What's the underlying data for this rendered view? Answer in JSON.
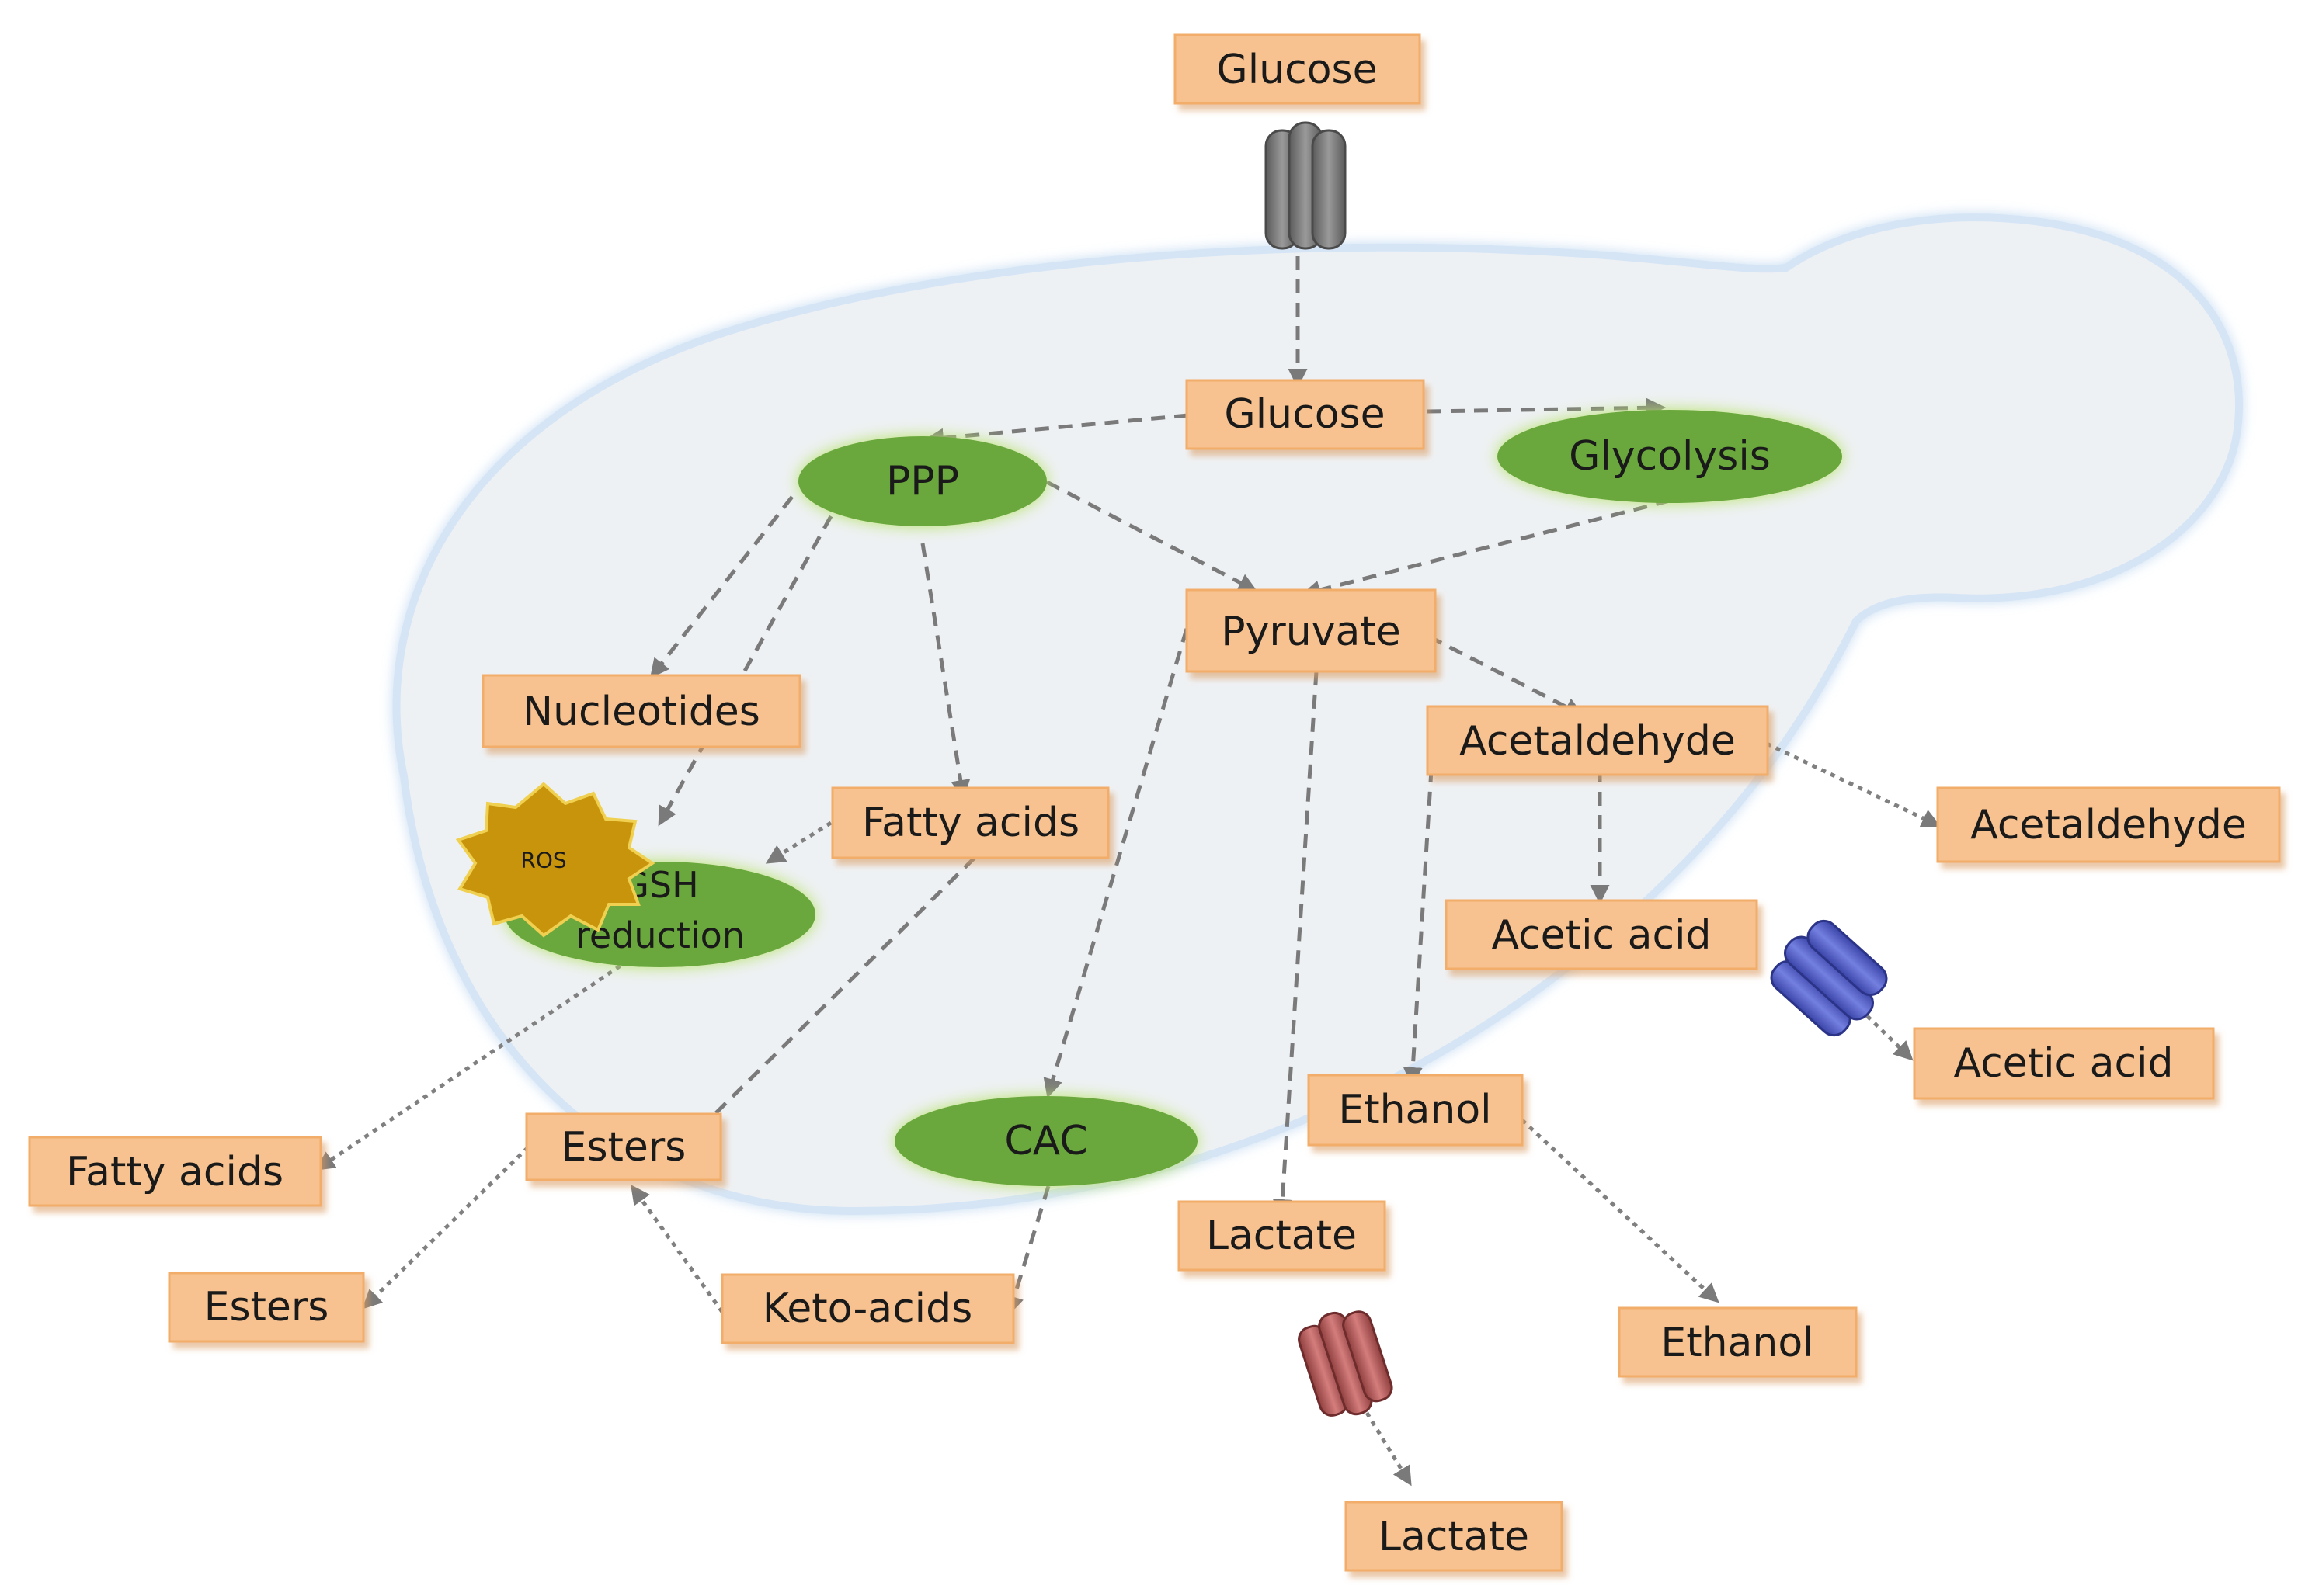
{
  "nodes": {
    "glucose_ext": "Glucose",
    "glucose_int": "Glucose",
    "ppp": "PPP",
    "glycolysis": "Glycolysis",
    "pyruvate": "Pyruvate",
    "nucleotides": "Nucleotides",
    "ros": "ROS",
    "gsh_line1": "GSH",
    "gsh_line2": "reduction",
    "fatty_acids_int": "Fatty acids",
    "acetaldehyde_int": "Acetaldehyde",
    "acetaldehyde_ext": "Acetaldehyde",
    "acetic_acid_int": "Acetic acid",
    "acetic_acid_ext": "Acetic acid",
    "ethanol_int": "Ethanol",
    "ethanol_ext": "Ethanol",
    "cac": "CAC",
    "esters_int": "Esters",
    "esters_ext": "Esters",
    "fatty_acids_ext": "Fatty acids",
    "keto_acids": "Keto-acids",
    "lactate_int": "Lactate",
    "lactate_ext": "Lactate"
  },
  "colors": {
    "box_fill": "#f7c28f",
    "process_fill": "#6aa83e",
    "cell_fill": "#eef1f4",
    "ros_fill": "#c8940c",
    "glucose_transporter": "#7d7d7d",
    "acetate_transporter": "#5560c8",
    "lactate_transporter": "#b85a5a"
  }
}
